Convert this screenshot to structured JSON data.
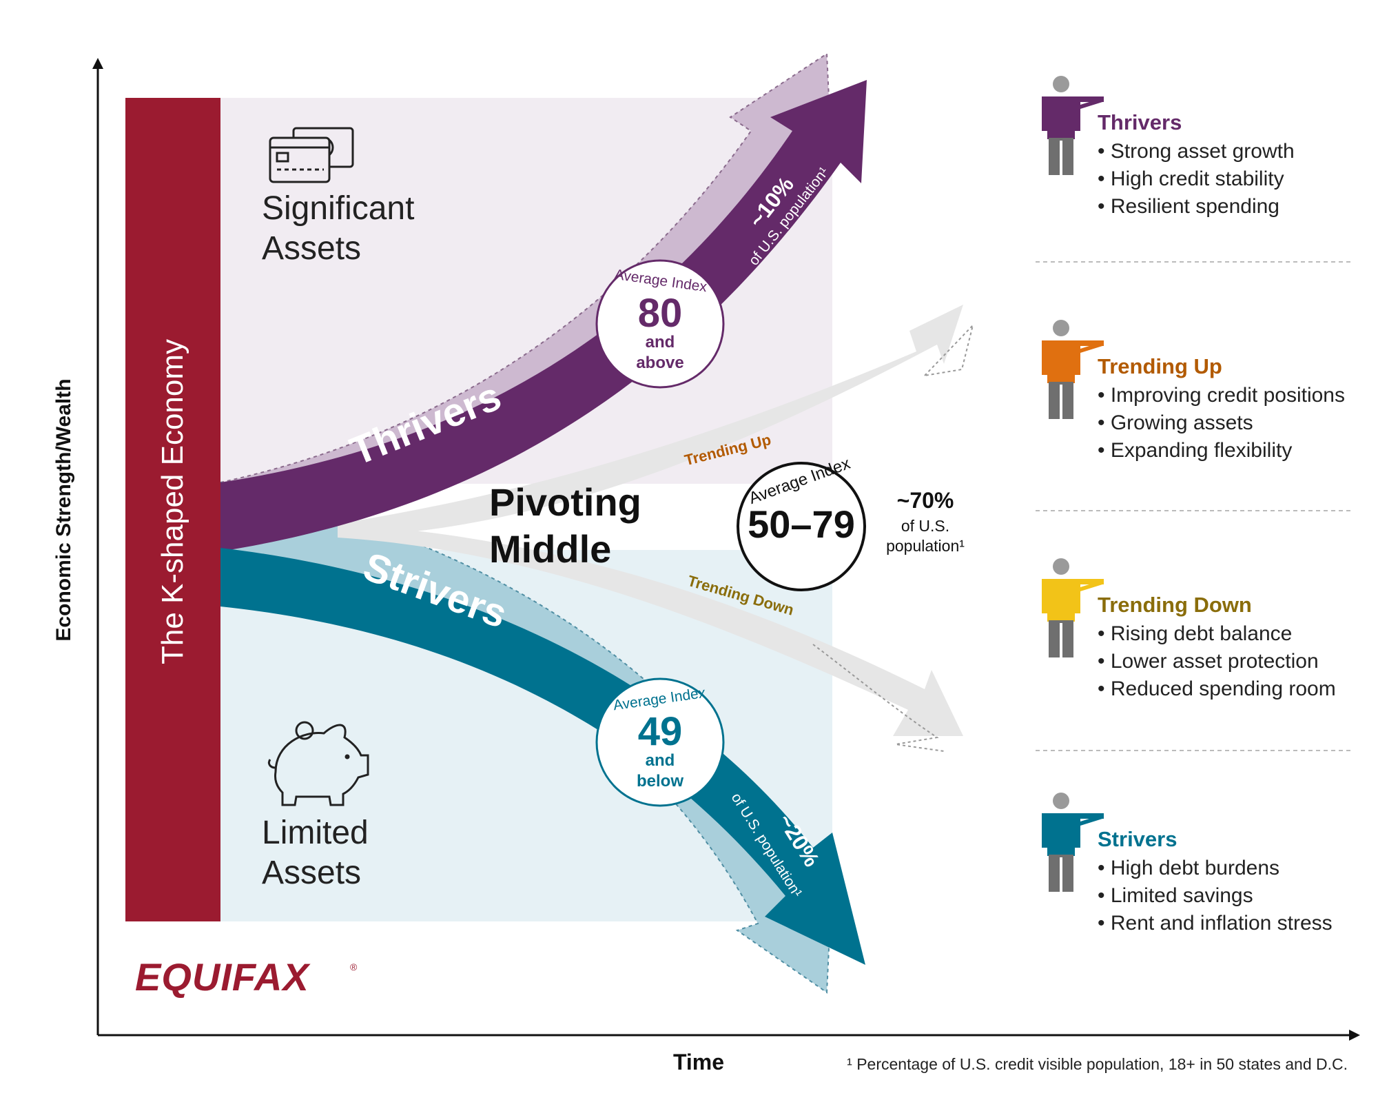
{
  "axes": {
    "y_label": "Economic Strength/Wealth",
    "x_label": "Time"
  },
  "k_bar": {
    "label": "The K-shaped Economy"
  },
  "zones": {
    "top": "Significant Assets",
    "top_line1": "Significant",
    "top_line2": "Assets",
    "bottom": "Limited Assets",
    "bottom_line1": "Limited",
    "bottom_line2": "Assets"
  },
  "arrows": {
    "thrivers": {
      "label": "Thrivers",
      "pct": "~10%",
      "pct_sub": "of U.S. population¹",
      "badge_caption": "Average Index",
      "badge_value": "80",
      "badge_line1": "and",
      "badge_line2": "above"
    },
    "strivers": {
      "label": "Strivers",
      "pct": "~20%",
      "pct_sub": "of U.S. population¹",
      "badge_caption": "Average Index",
      "badge_value": "49",
      "badge_line1": "and",
      "badge_line2": "below"
    },
    "middle": {
      "label_line1": "Pivoting",
      "label_line2": "Middle",
      "trending_up": "Trending Up",
      "trending_down": "Trending Down",
      "badge_caption": "Average Index",
      "badge_value": "50–79",
      "pct": "~70%",
      "pct_line1": "of U.S.",
      "pct_line2": "population¹"
    }
  },
  "legend": [
    {
      "title": "Thrivers",
      "bullets": [
        "• Strong asset growth",
        "• High credit stability",
        "• Resilient spending"
      ]
    },
    {
      "title": "Trending Up",
      "bullets": [
        "• Improving credit positions",
        "• Growing assets",
        "• Expanding flexibility"
      ]
    },
    {
      "title": "Trending Down",
      "bullets": [
        "• Rising debt balance",
        "• Lower asset protection",
        "• Reduced spending room"
      ]
    },
    {
      "title": "Strivers",
      "bullets": [
        "• High debt burdens",
        "• Limited savings",
        "• Rent and inflation stress"
      ]
    }
  ],
  "footnote": "¹ Percentage of U.S. credit visible population, 18+ in 50 states and D.C.",
  "logo": {
    "text": "EQUIFAX",
    "mark": "®"
  },
  "colors": {
    "k_bar": "#9b1b30",
    "thrivers": "#642a69",
    "thrivers_light": "#cdb9d0",
    "strivers": "#00728f",
    "strivers_light": "#a9cfdb",
    "trending_up": "#b25a00",
    "trending_down": "#8a6d0b",
    "legend_trending_up": "#e07010",
    "legend_trending_down": "#f2c318",
    "middle_arrow": "#e6e6e6",
    "zone_top": "#f1ecf2",
    "zone_bottom": "#e6f1f5",
    "logo": "#9b1b30"
  },
  "icons": [
    "credit-card-cash-icon",
    "piggy-bank-icon",
    "person-pointing-icon"
  ]
}
